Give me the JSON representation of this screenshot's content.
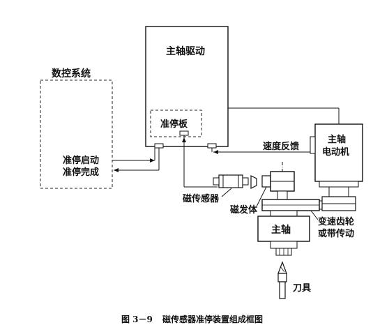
{
  "labels": {
    "nc_system": "数控系统",
    "spindle_drive": "主轴驱动",
    "orient_board": "准停板",
    "orient_start": "准停启动",
    "orient_done": "准停完成",
    "speed_feedback": "速度反馈",
    "motor_line1": "主轴",
    "motor_line2": "电动机",
    "mag_sensor": "磁传感器",
    "mag_body": "磁发体",
    "spindle": "主轴",
    "gear_line1": "变速齿轮",
    "gear_line2": "或带传动",
    "tool": "刀具"
  },
  "caption": {
    "number": "图 3－9",
    "title": "磁传感器准停装置组成框图"
  }
}
